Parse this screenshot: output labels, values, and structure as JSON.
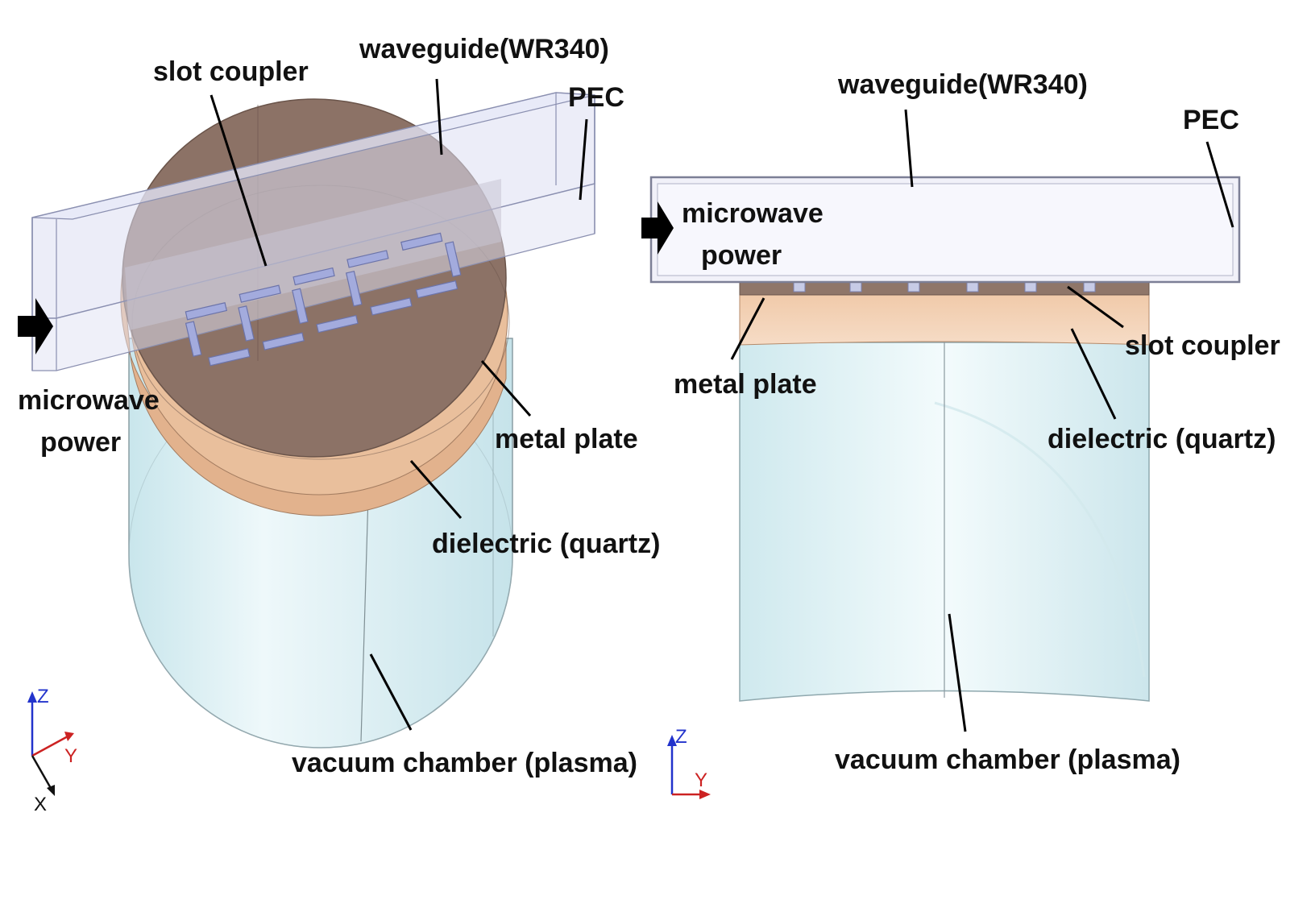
{
  "left_view": {
    "labels": {
      "slot_coupler": "slot coupler",
      "waveguide": "waveguide(WR340)",
      "pec": "PEC",
      "microwave_power_line1": "microwave",
      "microwave_power_line2": "power",
      "metal_plate": "metal plate",
      "dielectric": "dielectric (quartz)",
      "vacuum_chamber": "vacuum chamber (plasma)"
    },
    "axes": {
      "z": "Z",
      "y": "Y",
      "x": "X"
    }
  },
  "right_view": {
    "labels": {
      "waveguide": "waveguide(WR340)",
      "pec": "PEC",
      "microwave_power_line1": "microwave",
      "microwave_power_line2": "power",
      "slot_coupler": "slot coupler",
      "metal_plate": "metal plate",
      "dielectric": "dielectric (quartz)",
      "vacuum_chamber": "vacuum chamber (plasma)"
    },
    "axes": {
      "z": "Z",
      "y": "Y"
    }
  },
  "colors": {
    "waveguide_fill": "#d9dcf0",
    "waveguide_edge": "#8a8fb0",
    "metal_plate": "#8a6f62",
    "dielectric": "#e8b995",
    "vacuum_chamber": "#d6eef2",
    "slot": "#9ea6d8",
    "axis_z": "#2233cc",
    "axis_y": "#cc2222",
    "axis_x": "#111111"
  }
}
